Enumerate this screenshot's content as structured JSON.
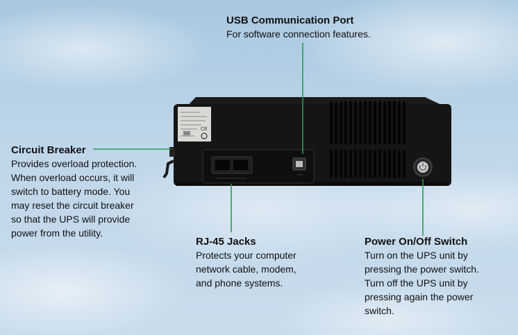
{
  "callouts": {
    "usb": {
      "title": "USB Communication Port",
      "lines": [
        "For software connection features."
      ]
    },
    "breaker": {
      "title": "Circuit Breaker",
      "lines": [
        "Provides overload protection.",
        "When overload occurs, it will",
        "switch to battery mode. You",
        "may reset the circuit breaker",
        "so that the UPS will provide",
        "power from the utility."
      ]
    },
    "rj45": {
      "title": "RJ-45 Jacks",
      "lines": [
        "Protects your computer",
        "network cable, modem,",
        "and phone systems."
      ]
    },
    "power": {
      "title": "Power On/Off Switch",
      "lines": [
        "Turn on the UPS unit by",
        "pressing the power switch.",
        "Turn off the UPS unit by",
        "pressing again the power",
        "switch."
      ]
    }
  },
  "colors": {
    "leader": "#2a9a5a",
    "device": "#141414"
  },
  "icons": [
    "ce-mark-icon",
    "power-icon"
  ]
}
